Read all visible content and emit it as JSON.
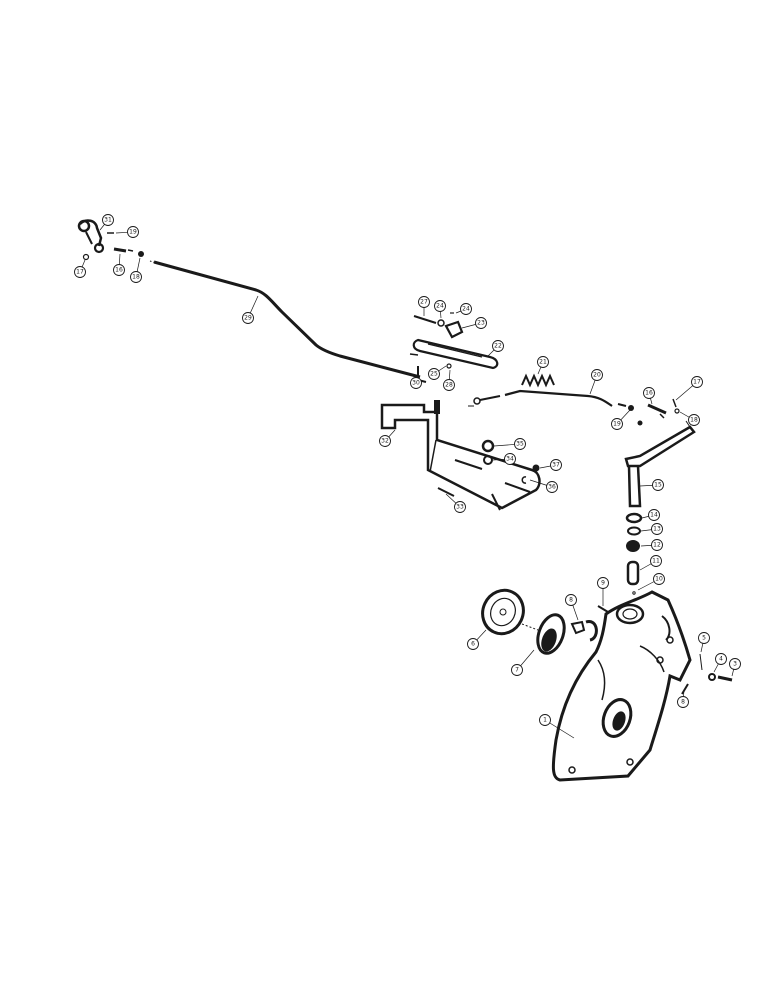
{
  "diagram": {
    "type": "exploded-parts-drawing",
    "ink_color": "#1a1a1a",
    "background": "#ffffff",
    "callouts": [
      {
        "id": "c31a",
        "label": "31"
      },
      {
        "id": "c19a",
        "label": "19"
      },
      {
        "id": "c17a",
        "label": "17"
      },
      {
        "id": "c16a",
        "label": "16"
      },
      {
        "id": "c18a",
        "label": "18"
      },
      {
        "id": "c29",
        "label": "29"
      },
      {
        "id": "c27a",
        "label": "27"
      },
      {
        "id": "c24a",
        "label": "24"
      },
      {
        "id": "c24b",
        "label": "24"
      },
      {
        "id": "c23",
        "label": "23"
      },
      {
        "id": "c22",
        "label": "22"
      },
      {
        "id": "c30",
        "label": "30"
      },
      {
        "id": "c25",
        "label": "25"
      },
      {
        "id": "c28",
        "label": "28"
      },
      {
        "id": "c21",
        "label": "21"
      },
      {
        "id": "c20",
        "label": "20"
      },
      {
        "id": "c16b",
        "label": "16"
      },
      {
        "id": "c17b",
        "label": "17"
      },
      {
        "id": "c19b",
        "label": "19"
      },
      {
        "id": "c18b",
        "label": "18"
      },
      {
        "id": "c32",
        "label": "32"
      },
      {
        "id": "c35",
        "label": "35"
      },
      {
        "id": "c34",
        "label": "34"
      },
      {
        "id": "c37",
        "label": "37"
      },
      {
        "id": "c36",
        "label": "36"
      },
      {
        "id": "c33",
        "label": "33"
      },
      {
        "id": "c15",
        "label": "15"
      },
      {
        "id": "c14",
        "label": "14"
      },
      {
        "id": "c13",
        "label": "13"
      },
      {
        "id": "c12",
        "label": "12"
      },
      {
        "id": "c11",
        "label": "11"
      },
      {
        "id": "c10",
        "label": "10"
      },
      {
        "id": "c9",
        "label": "9"
      },
      {
        "id": "c8a",
        "label": "8"
      },
      {
        "id": "c6",
        "label": "6"
      },
      {
        "id": "c7",
        "label": "7"
      },
      {
        "id": "c5",
        "label": "5"
      },
      {
        "id": "c4",
        "label": "4"
      },
      {
        "id": "c3",
        "label": "3"
      },
      {
        "id": "c8b",
        "label": "8"
      },
      {
        "id": "c1",
        "label": "1"
      }
    ]
  }
}
